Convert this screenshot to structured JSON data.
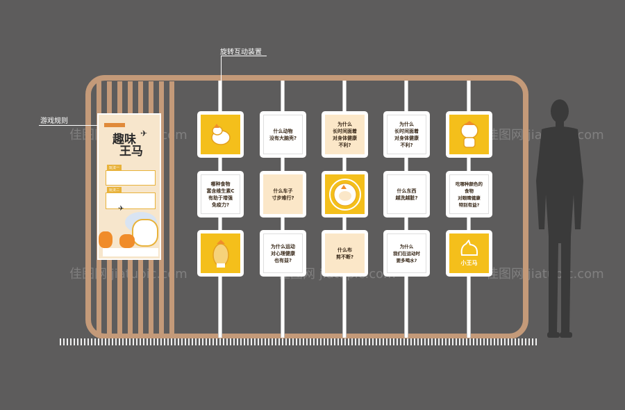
{
  "annotations": {
    "rotating_device": "旋转互动装置",
    "game_rules": "游戏规则"
  },
  "poster": {
    "title_line1": "趣味",
    "title_line2": "王马",
    "rule1_tag": "玩法一",
    "rule2_tag": "玩法二"
  },
  "mascot_badge": "小王马",
  "watermark": "佳图网 jiatupic.com",
  "questions": [
    "什么动物\n没有大脑壳?",
    "为什么\n长时间面着\n对身体健康\n不利?",
    "为什么\n长时间面着\n对身体健康\n不利?",
    "哪种食物\n富含维生素C\n有助于增强\n免疫力?",
    "什么车子\n寸步难行?",
    "什么东西\n越洗越脏?",
    "吃哪种颜色的\n食物\n对眼睛健康\n特别有益?",
    "为什么运动\n对心理健康\n也有益?",
    "什么布\n剪不断?",
    "为什么\n我们在运动时\n要多喝水?"
  ],
  "colors": {
    "frame": "#c49a79",
    "card_yellow": "#f4bf1b",
    "card_beige": "#fbe7c8",
    "background": "#5d5c5c"
  }
}
